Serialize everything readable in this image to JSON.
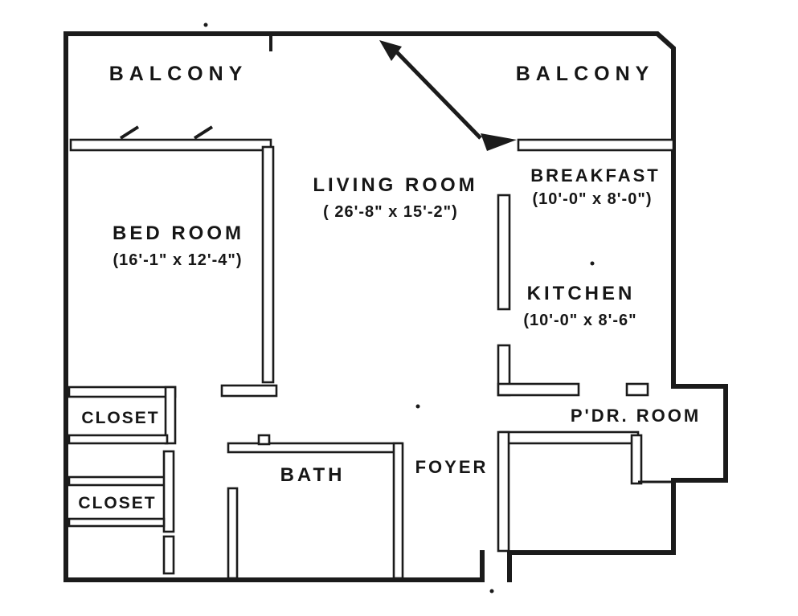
{
  "colors": {
    "ink": "#1b1b1b",
    "paper": "#ffffff"
  },
  "rooms": {
    "balcony_left": {
      "label": "BALCONY"
    },
    "balcony_right": {
      "label": "BALCONY"
    },
    "living_room": {
      "label": "LIVING ROOM",
      "dims": "( 26'-8\" x 15'-2\")"
    },
    "bed_room": {
      "label": "BED ROOM",
      "dims": "(16'-1\" x 12'-4\")"
    },
    "breakfast": {
      "label": "BREAKFAST",
      "dims": "(10'-0\" x 8'-0\")"
    },
    "kitchen": {
      "label": "KITCHEN",
      "dims": "(10'-0\" x 8'-6\""
    },
    "closet_upper": {
      "label": "CLOSET"
    },
    "closet_lower": {
      "label": "CLOSET"
    },
    "bath": {
      "label": "BATH"
    },
    "foyer": {
      "label": "FOYER"
    },
    "powder_room": {
      "label": "P'DR. ROOM"
    }
  }
}
